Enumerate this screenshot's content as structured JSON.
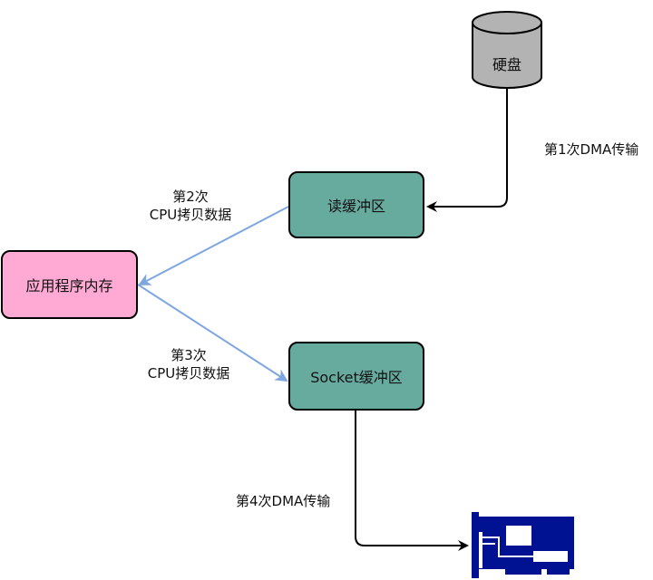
{
  "nodes": {
    "disk": {
      "label": "硬盘",
      "color": "#b3b3b3"
    },
    "read_buffer": {
      "label": "读缓冲区",
      "color": "#67ab9f"
    },
    "app_memory": {
      "label": "应用程序内存",
      "color": "#ffaad4"
    },
    "socket_buffer": {
      "label": "Socket缓冲区",
      "color": "#67ab9f"
    },
    "nic": {
      "label": "",
      "color": "#001191"
    }
  },
  "edges": {
    "dma1": {
      "label": "第1次DMA传输",
      "color": "#000000"
    },
    "cpu2": {
      "label_line1": "第2次",
      "label_line2": "CPU拷贝数据",
      "color": "#7ea6e0"
    },
    "cpu3": {
      "label_line1": "第3次",
      "label_line2": "CPU拷贝数据",
      "color": "#7ea6e0"
    },
    "dma4": {
      "label": "第4次DMA传输",
      "color": "#000000"
    }
  }
}
